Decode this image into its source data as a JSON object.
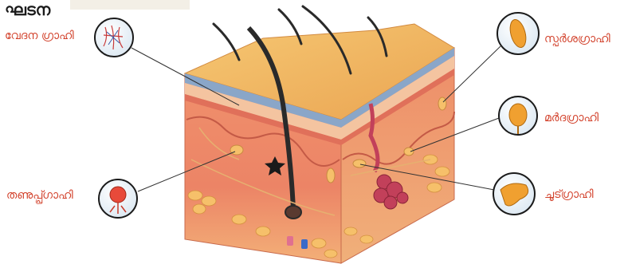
{
  "heading": "ഘടന",
  "labels": {
    "pain_receptor": "വേദന ഗ്രാഹി",
    "cold_receptor": "തണുപ്പ്ഗ്രാഹി",
    "touch_receptor": "സ്പർശഗ്രാഹി",
    "pressure_receptor": "മർദഗ്രാഹി",
    "heat_receptor": "ചൂട്ഗ്രാഹി"
  },
  "colors": {
    "label_text": "#d2402a",
    "skin_surface": "#f2b85c",
    "dermis": "#ec8a68",
    "subcutaneous": "#f0a070",
    "hair": "#2a2a2a",
    "callout_line": "#333333"
  }
}
